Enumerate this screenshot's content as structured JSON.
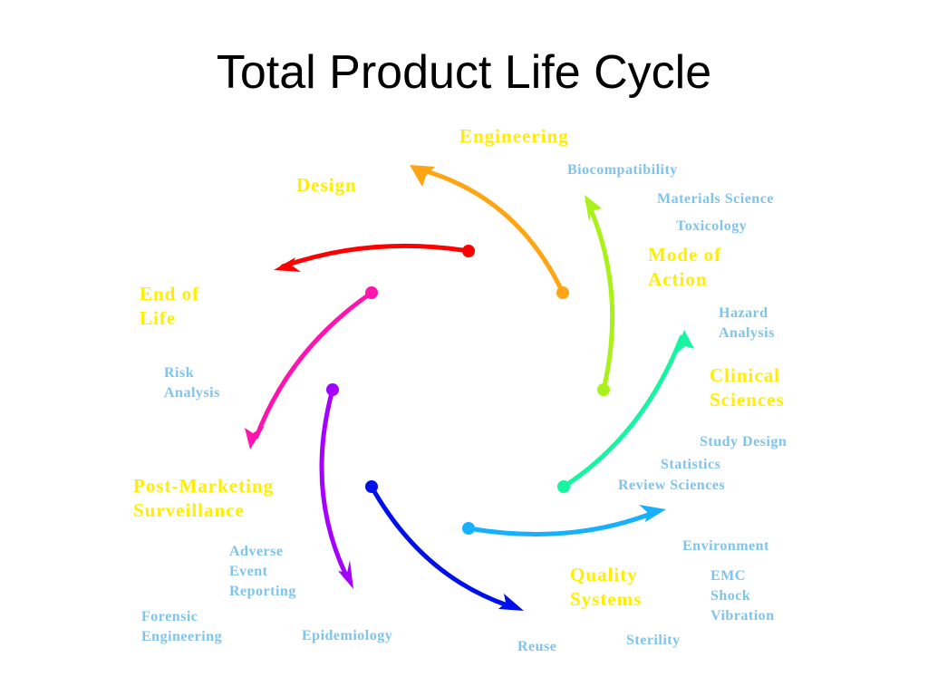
{
  "title": "Total Product Life Cycle",
  "colors": {
    "stage_label": "#ffee00",
    "topic_label": "#7ec4ec",
    "arrows": [
      "#ffa412",
      "#a8f218",
      "#17f5a3",
      "#17b0ff",
      "#0010e8",
      "#a400ff",
      "#ff14b0",
      "#ff0000"
    ]
  },
  "stages": {
    "engineering": "Engineering",
    "mode_of_action": "Mode of\nAction",
    "clinical_sciences": "Clinical\nSciences",
    "quality_systems": "Quality\nSystems",
    "post_marketing": "Post-Marketing\nSurveillance",
    "end_of_life": "End of\nLife",
    "design": "Design"
  },
  "topics": {
    "biocompatibility": "Biocompatibility",
    "materials_science": "Materials Science",
    "toxicology": "Toxicology",
    "hazard_analysis": "Hazard\nAnalysis",
    "study_design": "Study Design",
    "statistics": "Statistics",
    "review_sciences": "Review Sciences",
    "environment": "Environment",
    "emc": "EMC\nShock\nVibration",
    "sterility": "Sterility",
    "reuse": "Reuse",
    "epidemiology": "Epidemiology",
    "forensic_engineering": "Forensic\nEngineering",
    "adverse_event": "Adverse\nEvent\nReporting",
    "risk_analysis": "Risk\nAnalysis"
  }
}
